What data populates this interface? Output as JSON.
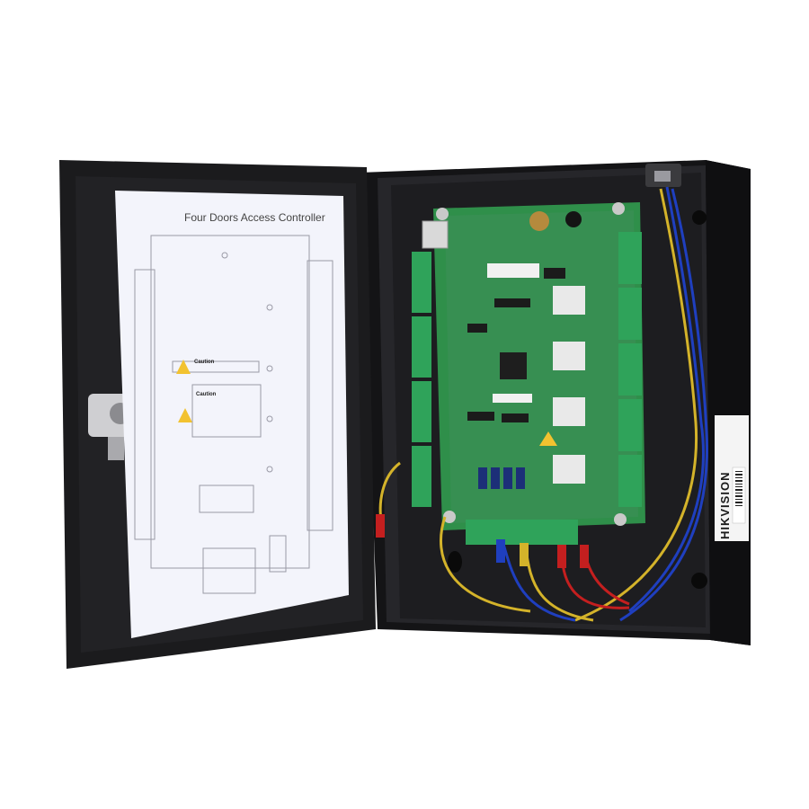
{
  "product": {
    "door_sheet_title": "Four Doors Access Controller",
    "caution_label_1": "Caution",
    "caution_label_2": "Caution",
    "brand_label": "HIKVISION"
  },
  "colors": {
    "enclosure": "#1b1b1d",
    "enclosure_inner": "#2a2a2c",
    "pcb": "#2f8f4a",
    "terminal": "#2fa35a",
    "relay": "#e9e9e9",
    "wire_blue": "#1f3fbf",
    "wire_yellow": "#d4b32a",
    "wire_red": "#c41f1f",
    "warning_yellow": "#f2c230"
  }
}
